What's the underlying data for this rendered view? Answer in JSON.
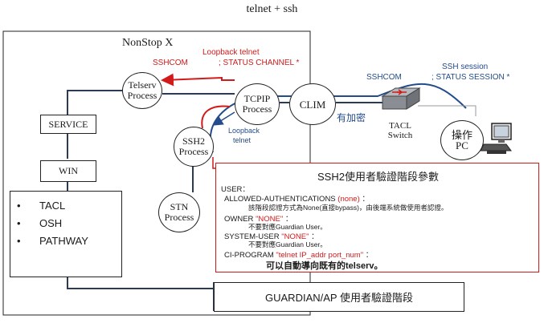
{
  "title": "telnet + ssh",
  "system": {
    "label": "NonStop X"
  },
  "nodes": {
    "telserv": {
      "line1": "Telserv",
      "line2": "Process"
    },
    "tcpip": {
      "line1": "TCPIP",
      "line2": "Process"
    },
    "clim": {
      "label": "CLIM"
    },
    "ssh2": {
      "line1": "SSH2",
      "line2": "Process"
    },
    "stn": {
      "line1": "STN",
      "line2": "Process"
    },
    "service": {
      "label": "SERVICE"
    },
    "win": {
      "label": "WIN"
    },
    "switch": {
      "line1": "TACL",
      "line2": "Switch"
    },
    "pc": {
      "line1": "操作",
      "line2": "PC"
    }
  },
  "apps": [
    "TACL",
    "OSH",
    "PATHWAY"
  ],
  "labels": {
    "loopback_telnet_top": "Loopback telnet",
    "status_channel": "; STATUS CHANNEL *",
    "sshcom_red": "SSHCOM",
    "ssh_session": "SSH session",
    "status_session": "; STATUS SESSION *",
    "sshcom_blue": "SSHCOM",
    "encrypted": "有加密",
    "loopback_telnet_1": "Loopback",
    "loopback_telnet_2": "telnet"
  },
  "params": {
    "title": "SSH2使用者驗證階段參數",
    "user": "USER：",
    "allowed_key": "ALLOWED-AUTHENTICATIONS",
    "allowed_val": "(none)",
    "allowed_colon": "：",
    "allowed_desc": "該階段認證方式為None(直接bypass)，由後端系統做使用者認證。",
    "owner_key": "OWNER",
    "owner_val": "\"NONE\"",
    "owner_colon": "：",
    "owner_desc": "不要對應Guardian User。",
    "sysuser_key": "SYSTEM-USER",
    "sysuser_val": "\"NONE\"",
    "sysuser_colon": "：",
    "sysuser_desc": "不要對應Guardian User。",
    "ciprog_key": "CI-PROGRAM",
    "ciprog_val": "\"telnet IP_addr port_num\"",
    "ciprog_colon": "：",
    "ciprog_desc": "可以自動導向既有的telserv。"
  },
  "guardian": {
    "label": "GUARDIAN/AP 使用者驗證階段"
  },
  "colors": {
    "red": "#d11a1a",
    "blue": "#244c8a",
    "dark_line": "#2b3a55"
  }
}
